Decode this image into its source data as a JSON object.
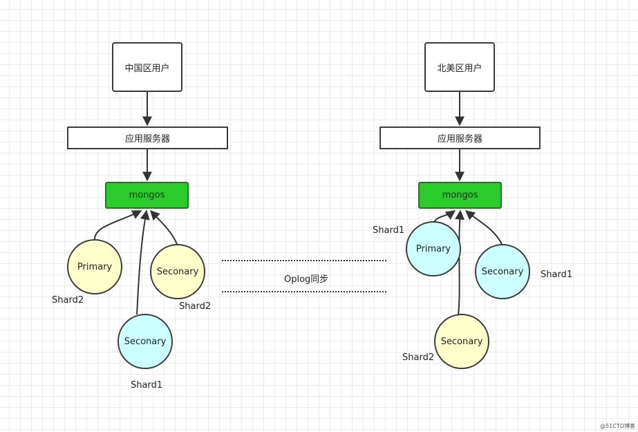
{
  "colors": {
    "mongos_fill": "#2ccb2c",
    "primary_fill_yellow": "#ffffcc",
    "secondary_fill_cyan": "#ccffff",
    "stroke": "#3a3a3a"
  },
  "left": {
    "user_label": "中国区用户",
    "server_label": "应用服务器",
    "mongos_label": "mongos",
    "nodes": {
      "primary": "Primary",
      "secondary_right": "Seconary",
      "secondary_bottom": "Seconary"
    },
    "shard_labels": {
      "primary": "Shard2",
      "secondary_right": "Shard2",
      "secondary_bottom": "Shard1"
    }
  },
  "right": {
    "user_label": "北美区用户",
    "server_label": "应用服务器",
    "mongos_label": "mongos",
    "nodes": {
      "primary": "Primary",
      "secondary_right": "Seconary",
      "secondary_bottom": "Seconary"
    },
    "shard_labels": {
      "primary": "Shard1",
      "secondary_right": "Shard1",
      "secondary_bottom": "Shard2"
    }
  },
  "sync_label": "Oplog同步",
  "watermark": "@51CTO博客"
}
